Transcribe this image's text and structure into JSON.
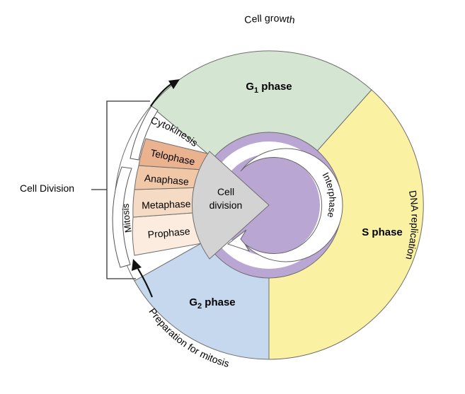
{
  "side_label": "Cell Division",
  "outer_labels": {
    "cell_growth": "Cell growth",
    "dna_replication": "DNA replication",
    "prep_mitosis": "Preparation for mitosis"
  },
  "phases": {
    "g1": {
      "base": "G",
      "sub": "1",
      "rest": " phase"
    },
    "s": "S phase",
    "g2": {
      "base": "G",
      "sub": "2",
      "rest": " phase"
    }
  },
  "center": {
    "line1": "Cell",
    "line2": "division"
  },
  "interphase": "Interphase",
  "mitosis": "Mitosis",
  "stages": {
    "cytokinesis": "Cytokinesis",
    "telophase": "Telophase",
    "anaphase": "Anaphase",
    "metaphase": "Metaphase",
    "prophase": "Prophase"
  },
  "colors": {
    "g1": "#d4e6d2",
    "s": "#fbf1a2",
    "g2": "#c5d8ee",
    "interphase_ring": "#b9a6d3",
    "center_disc": "#b9a6d3",
    "cell_division_wedge": "#d3d3d3",
    "telophase": "#eab28f",
    "anaphase": "#f0c8a8",
    "metaphase": "#f5dac4",
    "prophase": "#fbecdf"
  }
}
